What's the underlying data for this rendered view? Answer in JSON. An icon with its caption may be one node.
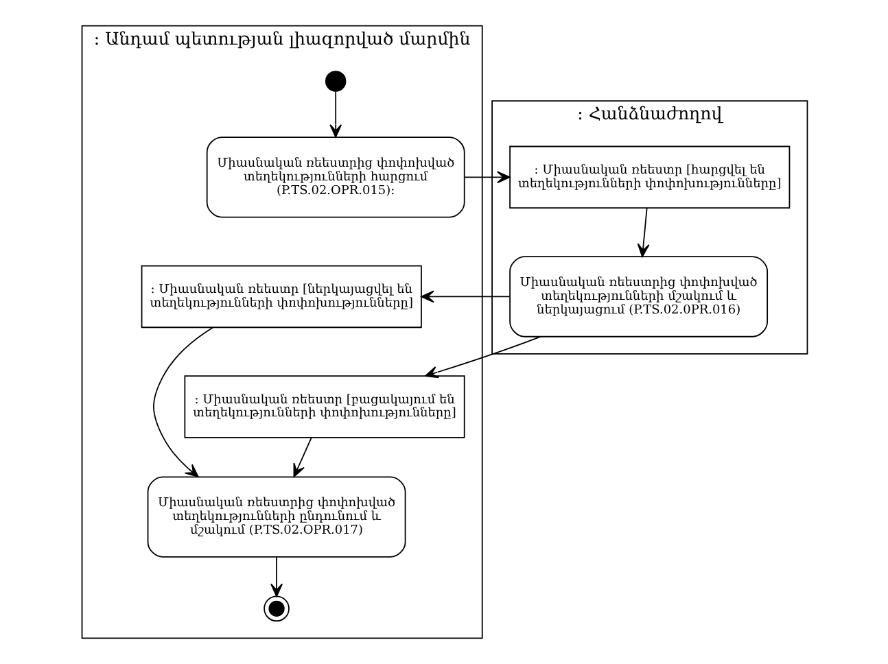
{
  "diagram": {
    "nodes": [
      {
        "text": [
          ": Անդամ պետության լիազորված մարմին"
        ]
      },
      {
        "text": [
          ": Հանձնաժողով"
        ]
      },
      {
        "text": [],
        "shape": "circle",
        "in": 0
      },
      {
        "text": [
          "Միասնական ռեեստրից փոփոխված տեղեկությունների հարցում (P.TS.02.OPR.015):"
        ],
        "in": 0
      },
      {
        "text": [
          ": Միասնական ռեեստր [հարցվել են տեղեկությունների փոփոխությունները]"
        ],
        "in": 1
      },
      {
        "text": [
          "Միասնական ռեեստրից փոփոխված տեղեկությունների մշակում և ներկայացում (P.TS.02.0PR.016)"
        ],
        "in": 1
      },
      {
        "text": [
          ": Միասնական ռեեստր [ներկայացվել են տեղեկությունների փոփոխությունները]"
        ],
        "in": 0
      },
      {
        "text": [
          ": Միասնական ռեեստր [բացակայում են տեղեկությունների փոփոխությունները]"
        ],
        "in": 0
      },
      {
        "text": [
          "Միասնական ռեեստրից փոփոխված տեղեկությունների ընդունում և մշակում (P.TS.02.OPR.017)"
        ],
        "in": 0
      },
      {
        "text": [],
        "shape": "bullseye",
        "in": 0
      }
    ],
    "edges": [
      {
        "from": 2,
        "to": 3,
        "arrow": "to"
      },
      {
        "from": 3,
        "to": 4,
        "arrow": "to"
      },
      {
        "from": 4,
        "to": 5,
        "arrow": "to"
      },
      {
        "from": 5,
        "to": 6,
        "arrow": "to"
      },
      {
        "from": 5,
        "to": 7,
        "arrow": "to"
      },
      {
        "from": 6,
        "to": 8,
        "arrow": "to"
      },
      {
        "from": 7,
        "to": 8,
        "arrow": "to"
      },
      {
        "from": 8,
        "to": 9,
        "arrow": "to"
      }
    ]
  }
}
